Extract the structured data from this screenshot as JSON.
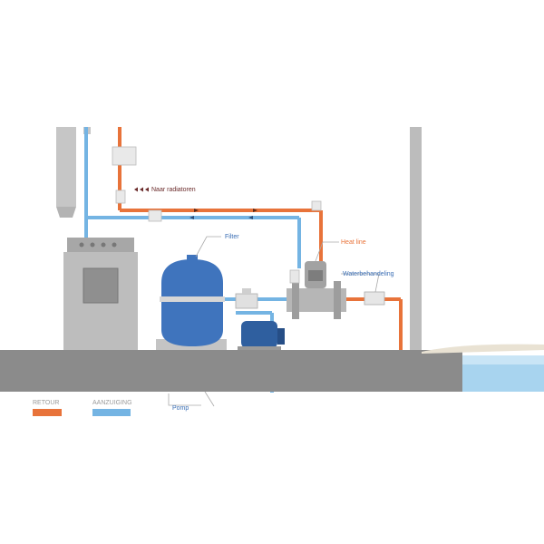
{
  "labels": {
    "radiators": "Naar radiatoren",
    "filter": "Filter",
    "heat_line": "Heat line",
    "water_treatment": "Waterbehandeling",
    "pump": "Pomp"
  },
  "legend": {
    "return": "RETOUR",
    "suction": "AANZUIGING"
  },
  "colors": {
    "return_pipe": "#e8733a",
    "suction_pipe": "#74b4e3",
    "filter_tank": "#3f74bd",
    "ground": "#8b8b8b",
    "boiler": "#bdbdbd",
    "label_dark": "#6a2a2a",
    "label_orange": "#e8733a",
    "label_blue": "#3a6eb4",
    "legend_text": "#9a9a9a",
    "pool_water": "#a8d4ef"
  },
  "icons": [
    "arrow-left-icon"
  ]
}
